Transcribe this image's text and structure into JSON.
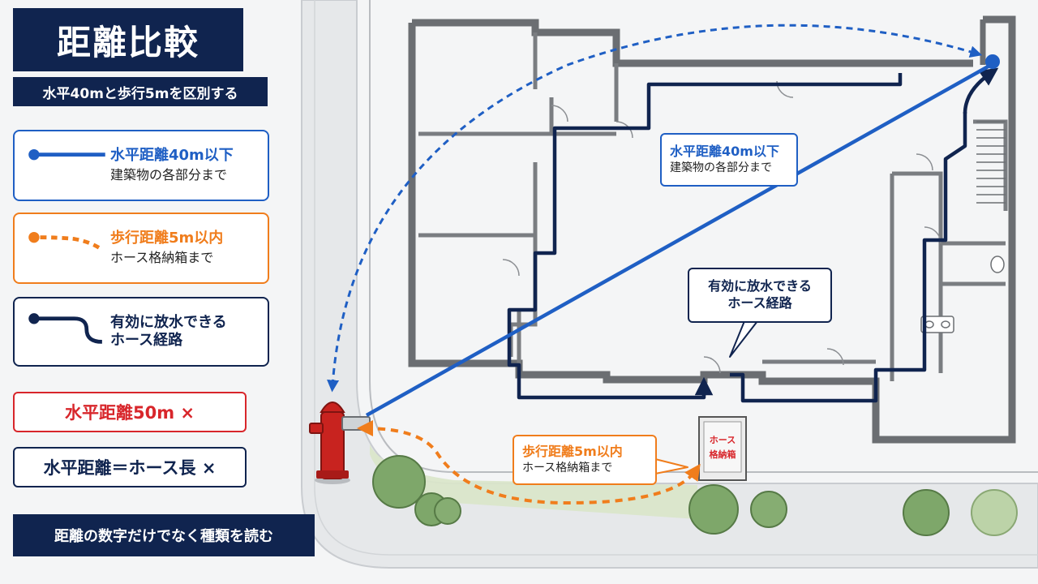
{
  "title": "距離比較",
  "subtitle": "水平40mと歩行5mを区別する",
  "colors": {
    "horizontal": "#1f5fc4",
    "walking": "#f07d1c",
    "hose_route": "#10244f",
    "wrong": "#d8262b",
    "navy": "#10244f"
  },
  "legend": [
    {
      "id": "horizontal",
      "line1": "水平距離40m以下",
      "line2": "建築物の各部分まで",
      "symbol": "dot-solid-line"
    },
    {
      "id": "walking",
      "line1": "歩行距離5m以内",
      "line2": "ホース格納箱まで",
      "symbol": "dot-dashed-line"
    },
    {
      "id": "hose_route",
      "line1": "有効に放水できる",
      "line2": "ホース経路",
      "symbol": "dot-bent-line"
    }
  ],
  "wrong_items": [
    {
      "text": "水平距離50m ×",
      "color": "#d8262b"
    },
    {
      "text": "水平距離＝ホース長 ×",
      "color": "#10244f"
    }
  ],
  "bottom_note": "距離の数字だけでなく種類を読む",
  "callouts": {
    "horizontal": {
      "line1": "水平距離40m以下",
      "line2": "建築物の各部分まで"
    },
    "hose_route": {
      "line1": "有効に放水できる",
      "line2": "ホース経路"
    },
    "walking": {
      "line1": "歩行距離5m以内",
      "line2": "ホース格納箱まで"
    }
  },
  "hose_box_label": [
    "ホース",
    "格納箱"
  ]
}
